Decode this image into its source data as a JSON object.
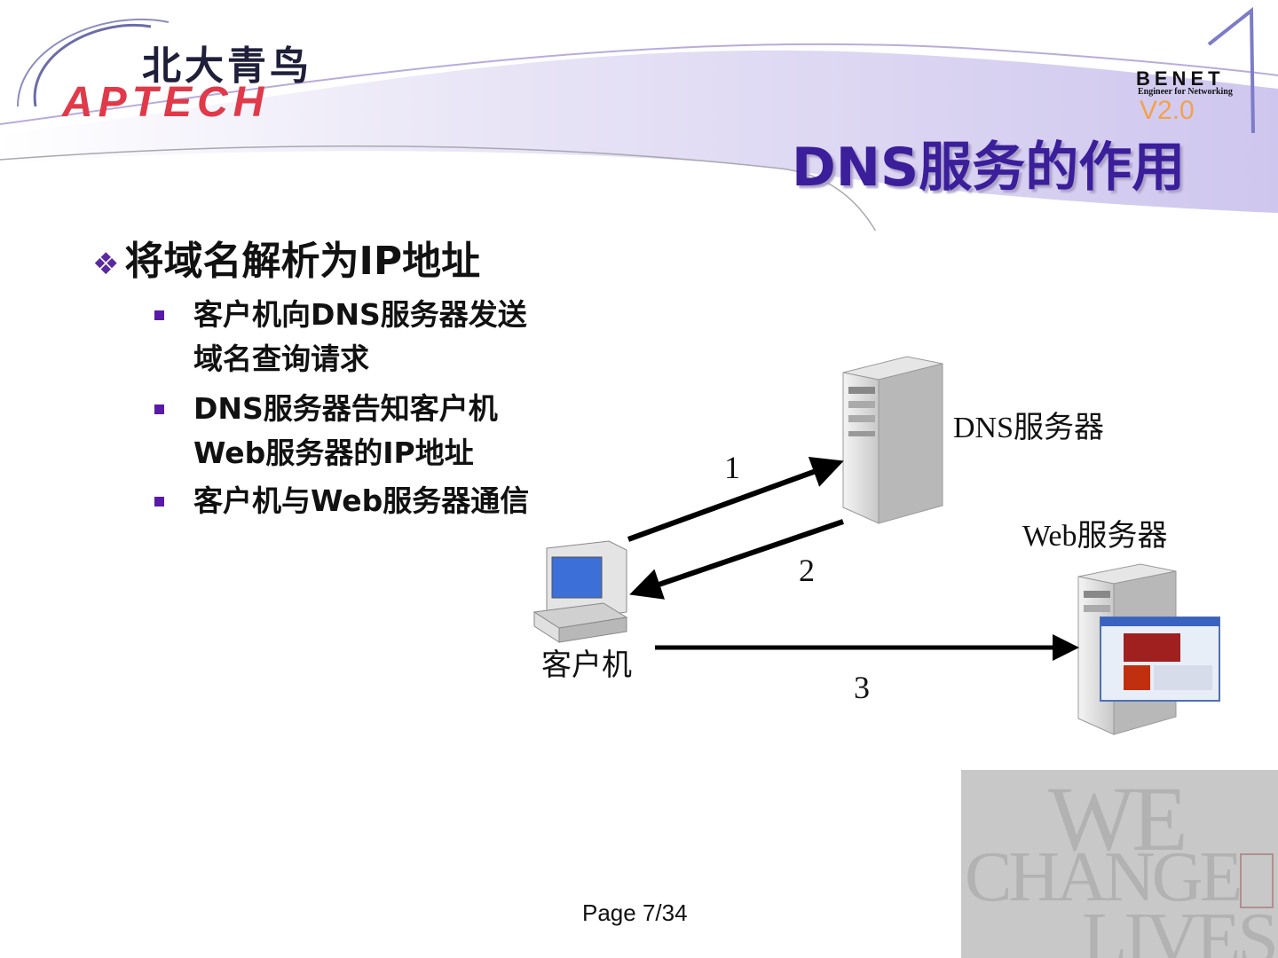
{
  "header": {
    "logo_cn": "北大青鸟",
    "logo_en": "APTECH",
    "brand": "BENET",
    "brand_sub": "Engineer for Networking",
    "version": "V2.0",
    "title": "DNS服务的作用"
  },
  "content": {
    "main_bullet": "将域名解析为IP地址",
    "sub_bullets": [
      {
        "line1": "客户机向DNS服务器发送",
        "line2": "域名查询请求"
      },
      {
        "line1": "DNS服务器告知客户机",
        "line2": "Web服务器的IP地址"
      },
      {
        "line1": "客户机与Web服务器通信"
      }
    ]
  },
  "diagram": {
    "dns_server": "DNS服务器",
    "web_server": "Web服务器",
    "client": "客户机",
    "steps": [
      "1",
      "2",
      "3"
    ]
  },
  "watermark": {
    "line1": "WE",
    "line2": "CHANGE",
    "line3": "LIVES"
  },
  "footer": {
    "page": "Page 7/34"
  },
  "colors": {
    "title": "#3a1e9a",
    "bullet": "#5a1aa8",
    "logo_red": "#e03a4a",
    "version_orange": "#f3a24a"
  }
}
